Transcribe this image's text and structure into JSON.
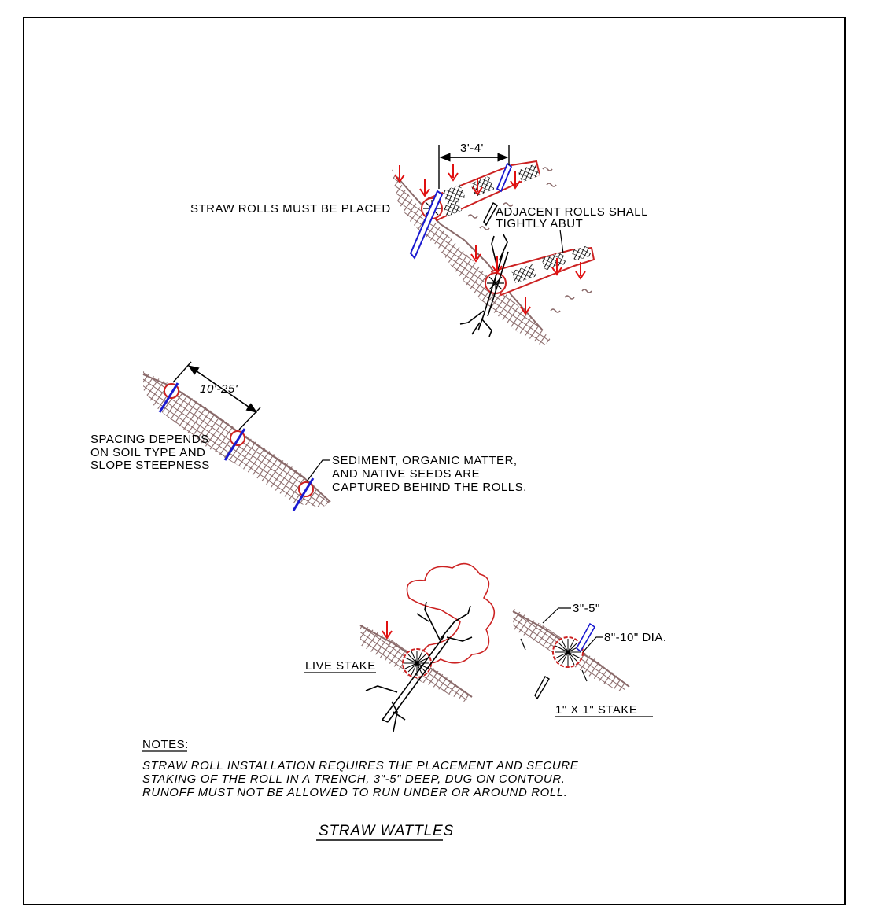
{
  "labels": {
    "dim_roll_spacing": "3'-4'",
    "straw_rolls_placed": "STRAW ROLLS MUST BE PLACED",
    "adjacent_rolls_line1": "ADJACENT ROLLS SHALL",
    "adjacent_rolls_line2": "TIGHTLY ABUT",
    "dim_row_spacing": "10'-25'",
    "spacing_line1": "SPACING DEPENDS",
    "spacing_line2": "ON SOIL TYPE AND",
    "spacing_line3": "SLOPE STEEPNESS",
    "sediment_line1": "SEDIMENT, ORGANIC MATTER,",
    "sediment_line2": "AND NATIVE SEEDS ARE",
    "sediment_line3": "CAPTURED BEHIND THE ROLLS.",
    "live_stake": "LIVE STAKE",
    "dim_trench_depth": "3\"-5\"",
    "dim_diameter": "8\"-10\" DIA.",
    "stake_size": "1\" X 1\" STAKE"
  },
  "notes": {
    "heading": "NOTES:",
    "line1": "STRAW ROLL INSTALLATION REQUIRES THE PLACEMENT AND SECURE",
    "line2": "STAKING OF THE ROLL IN A TRENCH, 3\"-5\" DEEP, DUG ON CONTOUR.",
    "line3": "RUNOFF MUST NOT BE ALLOWED TO RUN UNDER OR AROUND ROLL."
  },
  "title": "STRAW WATTLES",
  "colors": {
    "soil": "#8a6a6a",
    "roll_outline": "#cc2222",
    "arrow": "#e01010",
    "stake": "#1a1ad0",
    "line": "#000000"
  }
}
